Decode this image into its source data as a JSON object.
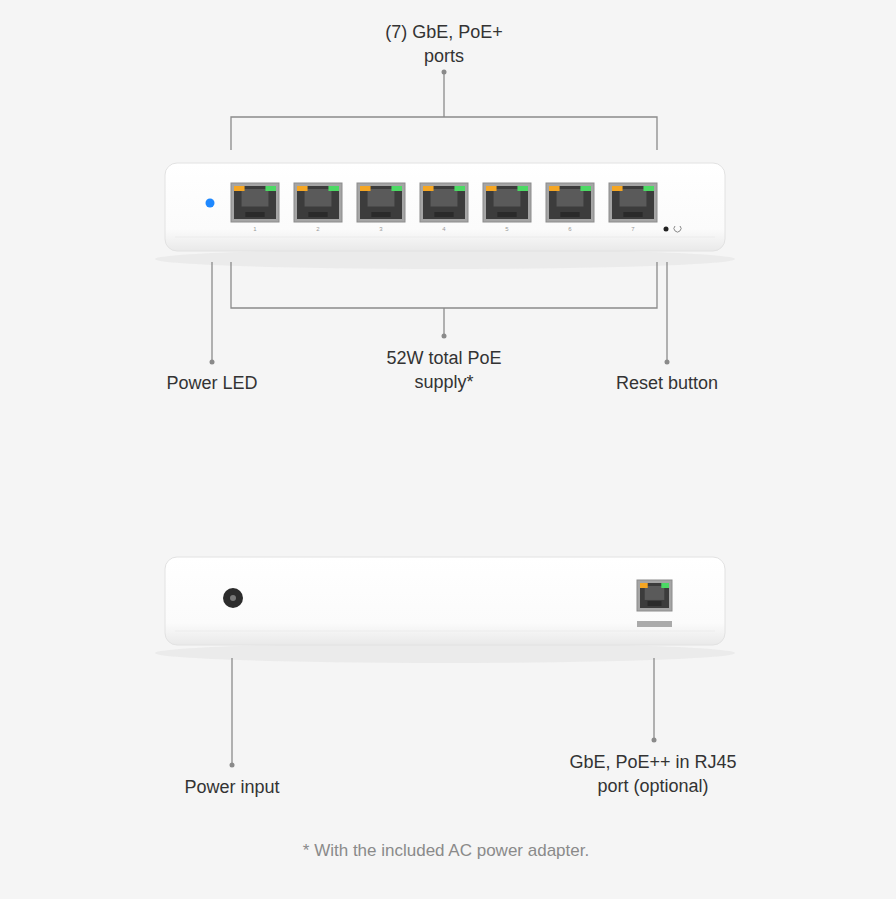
{
  "diagram": {
    "labels": [
      "(7) GbE, PoE+ ports",
      "52W total PoE supply*",
      "Power LED",
      "Reset button",
      "Power input",
      "GbE, PoE++ in RJ45 port (optional)",
      "* With the included AC power adapter.",
      "1",
      "2",
      "3",
      "4",
      "5",
      "6",
      "7"
    ]
  }
}
